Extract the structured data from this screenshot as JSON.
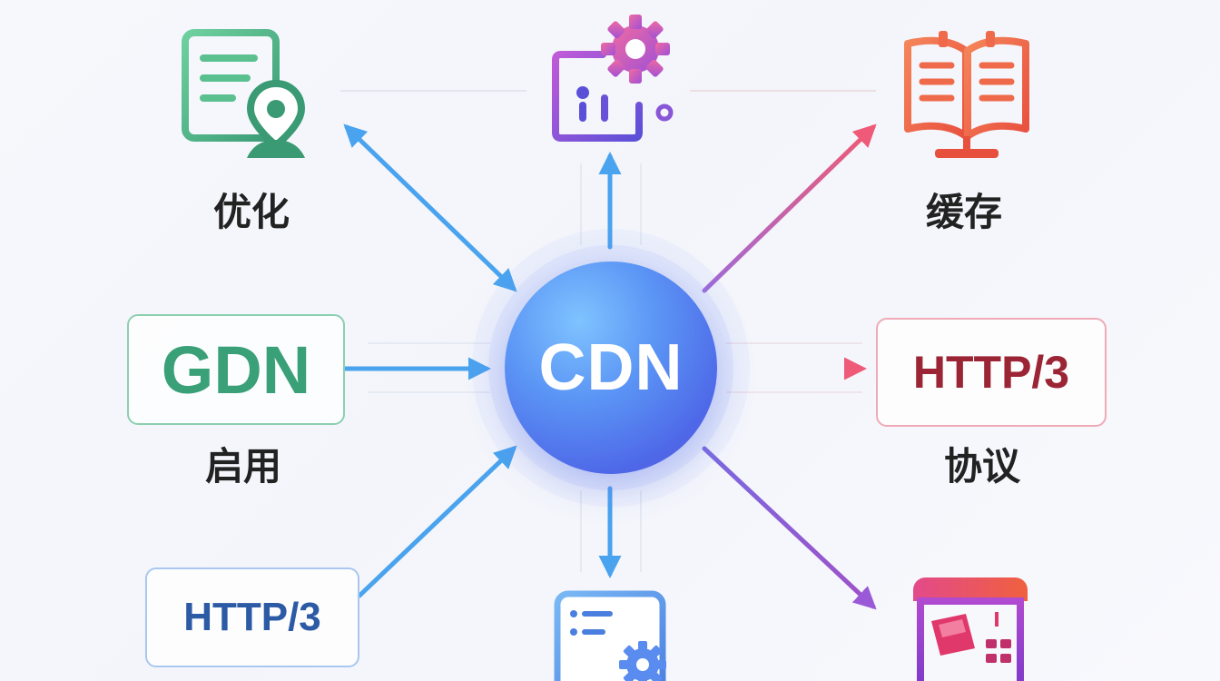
{
  "hub": {
    "label": "CDN"
  },
  "nodes": {
    "top_left": {
      "caption": "优化",
      "icon": "document-location-icon"
    },
    "top_center": {
      "icon": "chart-gear-icon"
    },
    "top_right": {
      "caption": "缓存",
      "icon": "open-book-icon"
    },
    "middle_left": {
      "label": "GDN",
      "caption": "启用"
    },
    "middle_right": {
      "label": "HTTP/3",
      "caption": "协议"
    },
    "bottom_left": {
      "label": "HTTP/3"
    },
    "bottom_center": {
      "icon": "settings-card-icon"
    },
    "bottom_right": {
      "icon": "storefront-icon"
    }
  },
  "colors": {
    "hub": "#5b7ff0",
    "blue_arrow": "#4aa3ee",
    "pink_arrow": "#ee5a78",
    "purple_arrow": "#9a5ad8",
    "green": "#3aa077",
    "red_text": "#9c2535",
    "blue_text": "#2c5aa5",
    "orange_icon": "#ef6a4a"
  }
}
